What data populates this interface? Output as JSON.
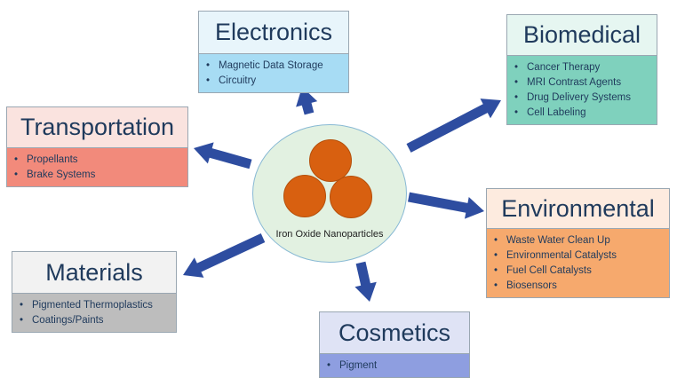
{
  "center": {
    "label": "Iron Oxide Nanoparticles"
  },
  "categories": [
    {
      "key": "electronics",
      "title": "Electronics",
      "items": [
        "Magnetic Data Storage",
        "Circuitry"
      ],
      "title_bg": "#e8f5fb",
      "body_bg": "#a7dcf4"
    },
    {
      "key": "biomedical",
      "title": "Biomedical",
      "items": [
        "Cancer Therapy",
        "MRI Contrast Agents",
        "Drug Delivery Systems",
        "Cell Labeling"
      ],
      "title_bg": "#e6f6f1",
      "body_bg": "#7fd1bd"
    },
    {
      "key": "transportation",
      "title": "Transportation",
      "items": [
        "Propellants",
        "Brake Systems"
      ],
      "title_bg": "#fae3df",
      "body_bg": "#f28a7b"
    },
    {
      "key": "environmental",
      "title": "Environmental",
      "items": [
        "Waste Water Clean Up",
        "Environmental Catalysts",
        "Fuel Cell Catalysts",
        "Biosensors"
      ],
      "title_bg": "#fdebdf",
      "body_bg": "#f6a96d"
    },
    {
      "key": "materials",
      "title": "Materials",
      "items": [
        "Pigmented Thermoplastics",
        "Coatings/Paints"
      ],
      "title_bg": "#f2f2f2",
      "body_bg": "#bdbdbd"
    },
    {
      "key": "cosmetics",
      "title": "Cosmetics",
      "items": [
        "Pigment"
      ],
      "title_bg": "#dfe3f5",
      "body_bg": "#8e9ee0"
    }
  ],
  "colors": {
    "arrow": "#2e4da0",
    "particle": "#d86010",
    "hub": "#e2f1e1"
  }
}
